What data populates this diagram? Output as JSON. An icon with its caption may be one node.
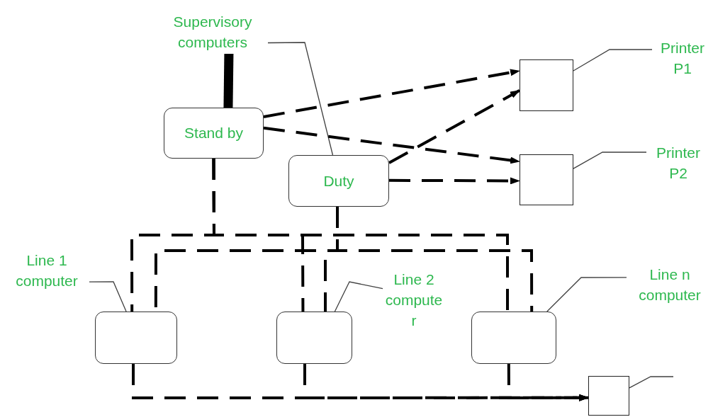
{
  "diagram": {
    "nodes": [
      {
        "text": [
          "Supervisory computers"
        ]
      },
      {
        "text": [
          "Stand by"
        ]
      },
      {
        "text": [
          "Duty"
        ]
      },
      {
        "text": [],
        "shape": "box"
      },
      {
        "text": [],
        "shape": "box"
      },
      {
        "text": [
          "Printer P1"
        ]
      },
      {
        "text": [
          "Printer P2"
        ]
      },
      {
        "text": [],
        "shape": "box"
      },
      {
        "text": [],
        "shape": "box"
      },
      {
        "text": [],
        "shape": "box"
      },
      {
        "text": [
          "Line 1 computer"
        ]
      },
      {
        "text": [
          "Line 2 compute r"
        ]
      },
      {
        "text": [
          "Line n computer"
        ]
      },
      {
        "text": [],
        "shape": "box"
      }
    ],
    "edges": [
      {
        "from": 0,
        "to": 1,
        "arrow": "none",
        "style": "thick"
      },
      {
        "from": 0,
        "to": 2,
        "arrow": "none"
      },
      {
        "from": 1,
        "to": 3,
        "arrow": "to",
        "style": "dashed"
      },
      {
        "from": 1,
        "to": 4,
        "arrow": "to",
        "style": "dashed"
      },
      {
        "from": 2,
        "to": 3,
        "arrow": "to",
        "style": "dashed"
      },
      {
        "from": 2,
        "to": 4,
        "arrow": "to",
        "style": "dashed"
      },
      {
        "from": 1,
        "to": 7,
        "arrow": "none",
        "style": "dashed"
      },
      {
        "from": 1,
        "to": 8,
        "arrow": "none",
        "style": "dashed"
      },
      {
        "from": 1,
        "to": 9,
        "arrow": "none",
        "style": "dashed"
      },
      {
        "from": 2,
        "to": 7,
        "arrow": "none",
        "style": "dashed"
      },
      {
        "from": 2,
        "to": 8,
        "arrow": "none",
        "style": "dashed"
      },
      {
        "from": 2,
        "to": 9,
        "arrow": "none",
        "style": "dashed"
      },
      {
        "from": 7,
        "to": 13,
        "arrow": "to",
        "style": "dashed"
      },
      {
        "from": 8,
        "to": 13,
        "arrow": "to",
        "style": "dashed"
      },
      {
        "from": 9,
        "to": 13,
        "arrow": "to",
        "style": "dashed"
      },
      {
        "from": 5,
        "to": 3,
        "arrow": "none"
      },
      {
        "from": 6,
        "to": 4,
        "arrow": "none"
      },
      {
        "from": 10,
        "to": 7,
        "arrow": "none"
      },
      {
        "from": 11,
        "to": 8,
        "arrow": "none"
      },
      {
        "from": 12,
        "to": 9,
        "arrow": "none"
      },
      {
        "from": 13,
        "to": null,
        "arrow": "none"
      }
    ]
  }
}
